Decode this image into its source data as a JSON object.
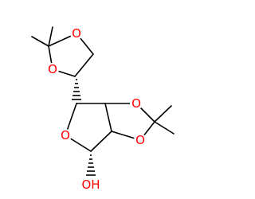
{
  "molecule": {
    "atoms": {
      "o_top_dioxolane_upper": "O",
      "o_top_dioxolane_lower": "O",
      "o_ring_dioxolane_upper": "O",
      "o_ring_dioxolane_lower": "O",
      "o_furanose_ring": "O",
      "o_hydroxyl": "OH"
    },
    "colors": {
      "oxygen": "#ff0000",
      "bond": "#000000"
    }
  }
}
